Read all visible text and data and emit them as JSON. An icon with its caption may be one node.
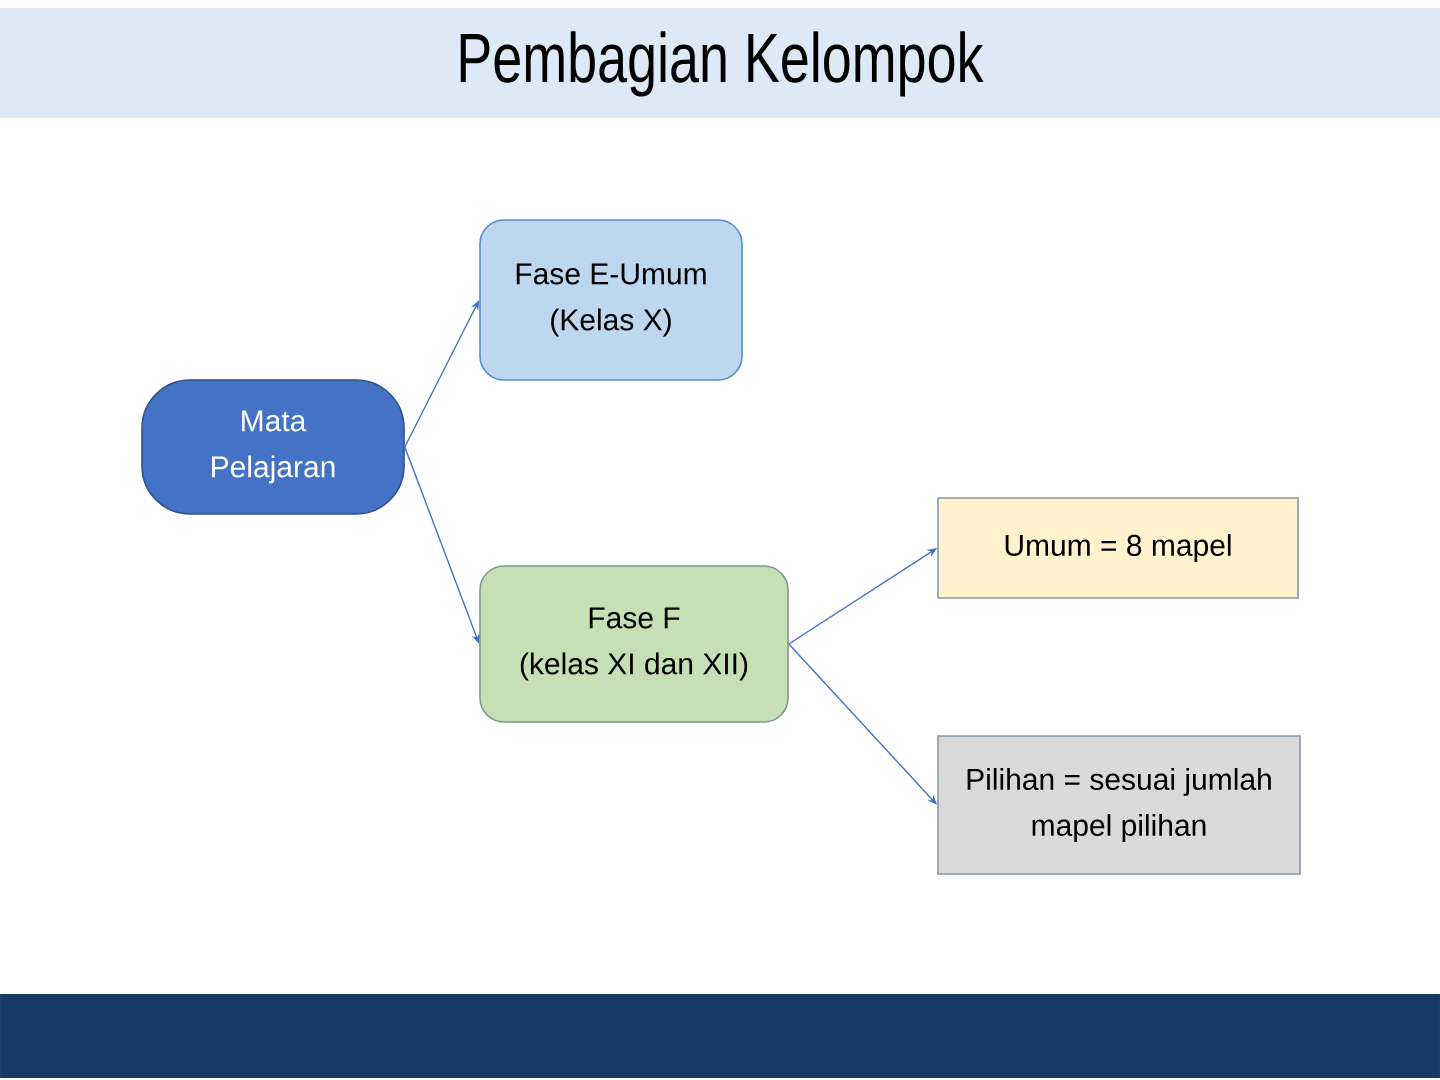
{
  "diagram": {
    "title": "Pembagian Kelompok",
    "nodes": [
      {
        "text": [
          "Mata Pelajaran"
        ]
      },
      {
        "text": [
          "Fase E-Umum (Kelas X)"
        ]
      },
      {
        "text": [
          "Fase F (kelas XI dan XII)"
        ]
      },
      {
        "text": [
          "Umum = 8 mapel"
        ]
      },
      {
        "text": [
          "Pilihan = sesuai jumlah mapel pilihan"
        ]
      }
    ],
    "edges": [
      {
        "from": 0,
        "to": 1,
        "arrow": "to"
      },
      {
        "from": 0,
        "to": 2,
        "arrow": "to"
      },
      {
        "from": 2,
        "to": 3,
        "arrow": "to"
      },
      {
        "from": 2,
        "to": 4,
        "arrow": "to"
      }
    ]
  }
}
